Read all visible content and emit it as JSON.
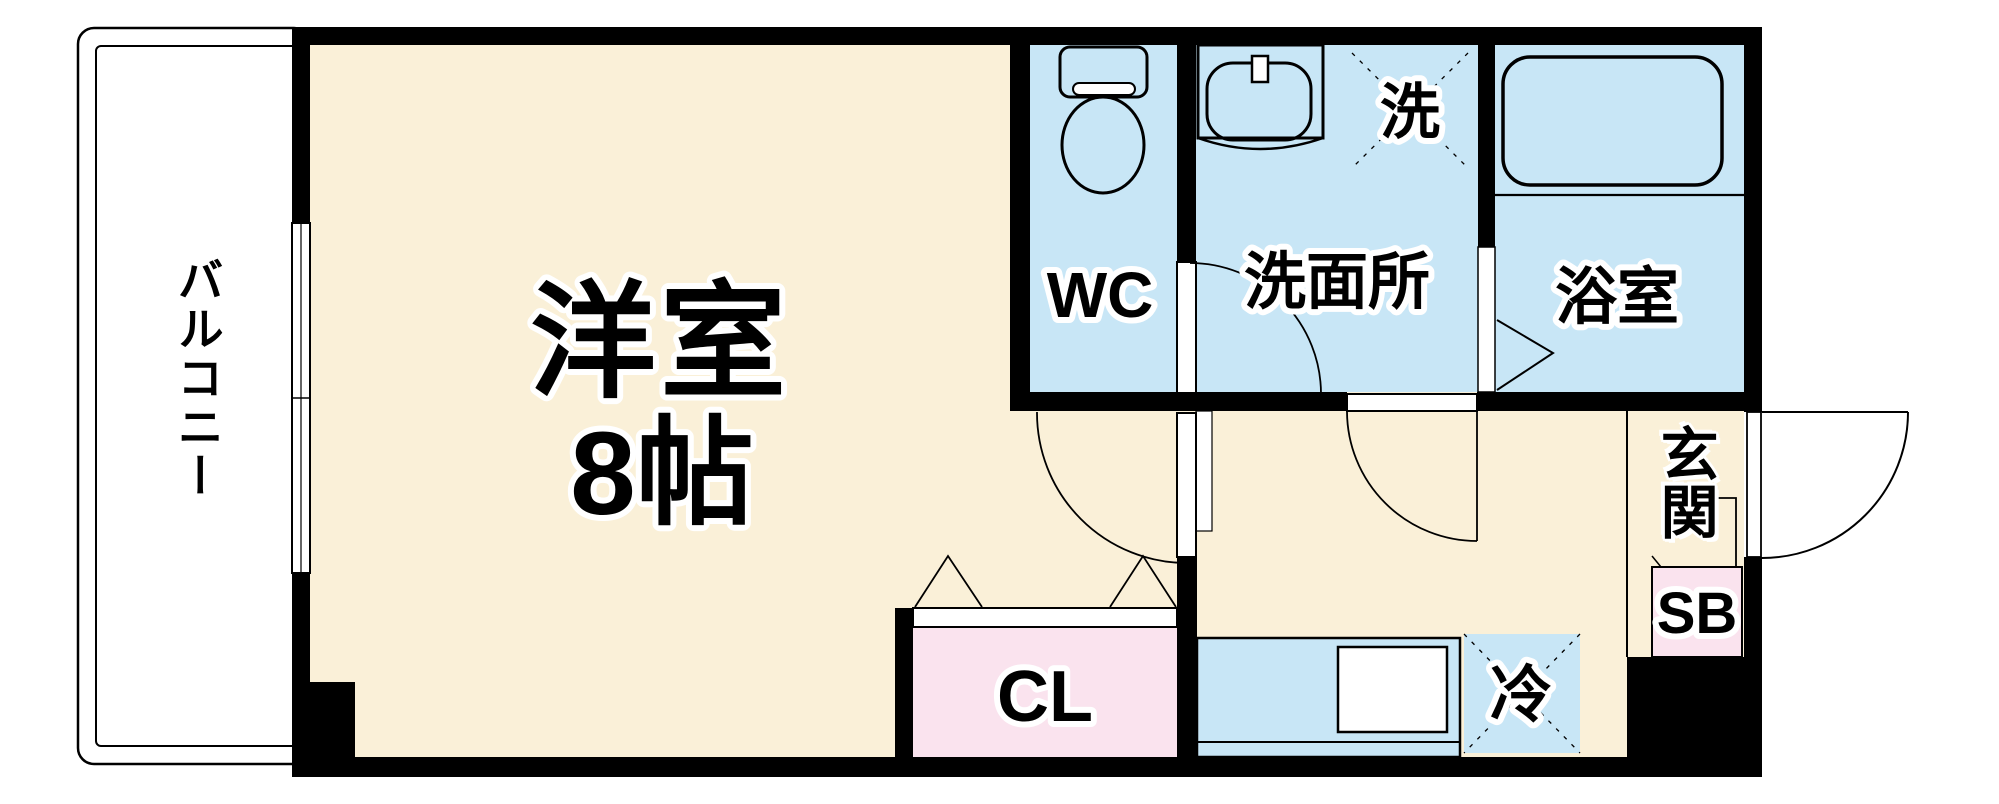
{
  "floorplan": {
    "rooms": {
      "main_room": {
        "label": "洋室",
        "size_label": "8帖"
      },
      "wc": {
        "label": "WC"
      },
      "washroom": {
        "label": "洗面所"
      },
      "bathroom": {
        "label": "浴室"
      },
      "balcony": {
        "label": "バルコニー"
      },
      "entrance": {
        "label": "玄関"
      },
      "closet": {
        "label": "CL"
      },
      "shoe_box": {
        "label": "SB"
      },
      "washer_space": {
        "label": "洗"
      },
      "fridge_space": {
        "label": "冷"
      }
    },
    "colors": {
      "room_cream": "#FAF0D8",
      "wet_blue": "#C8E6F6",
      "storage_pink": "#FAE3EE",
      "wall_black": "#000000"
    }
  }
}
